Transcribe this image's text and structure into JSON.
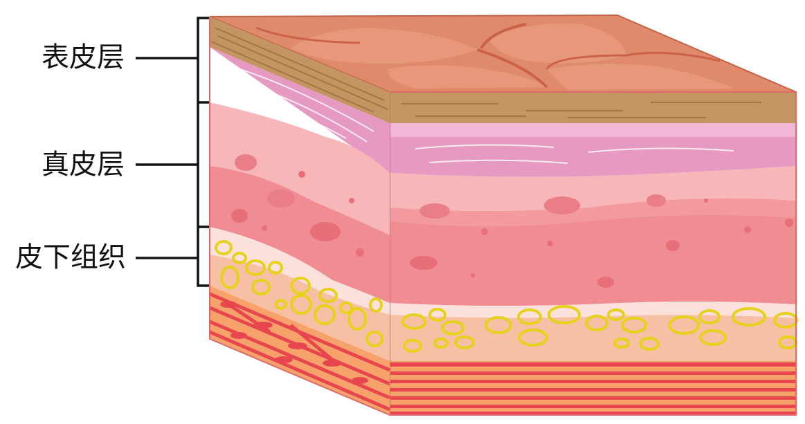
{
  "labels": {
    "epidermis": "表皮层",
    "dermis": "真皮层",
    "subcutaneous": "皮下组织"
  },
  "colors": {
    "epidermis_top": "#df8a6b",
    "epidermis_band": "#c49463",
    "epidermis_pink": "#e79abf",
    "dermis": "#f4a2a5",
    "dermis_blob": "#ee8890",
    "fat_ring": "#e6d21b",
    "fat_layer": "#f7c0a4",
    "muscle_red": "#e8464f",
    "muscle_orange": "#f6a26a",
    "bracket": "#111111"
  },
  "icons": [
    "skin-cross-section-block",
    "fat-cell-ring",
    "muscle-fiber"
  ]
}
